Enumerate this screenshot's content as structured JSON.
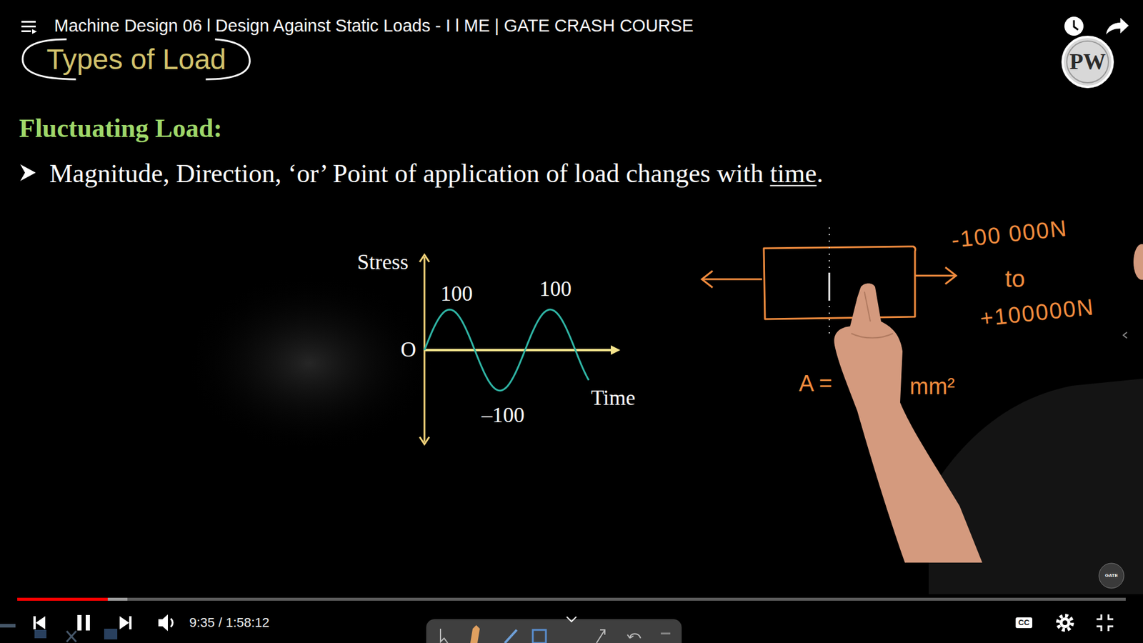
{
  "diagram": {
    "title": "Machine Design 06 l Design Against Static Loads - I l ME | GATE CRASH COURSE",
    "nodes": [
      {
        "text": [
          "Types of Load"
        ]
      },
      {
        "text": [
          "PW"
        ]
      }
    ],
    "labels": [
      "Fluctuating Load:",
      "Magnitude, Direction, ‘or’ Point of application of load changes with time.",
      "Stress",
      "100",
      "100",
      "O",
      "–100",
      "Time",
      "-100 000N",
      "to",
      "+100000N",
      "A =",
      "mm²",
      "9:35 / 1:58:12",
      "CC",
      "GATE"
    ]
  }
}
